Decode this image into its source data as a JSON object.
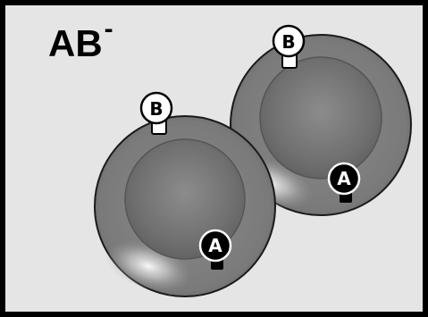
{
  "diagram": {
    "title_main": "AB",
    "title_superscript": "-",
    "colors": {
      "background": "#e5e5e5",
      "border": "#000000",
      "dish_outer": "#7a7a7a",
      "dish_inner": "#6e6e6e",
      "marker_a_fill": "#000000",
      "marker_b_fill": "#ffffff"
    },
    "wells": [
      {
        "name": "left-dish",
        "marker_a_label": "A",
        "marker_b_label": "B"
      },
      {
        "name": "right-dish",
        "marker_a_label": "A",
        "marker_b_label": "B"
      }
    ]
  }
}
